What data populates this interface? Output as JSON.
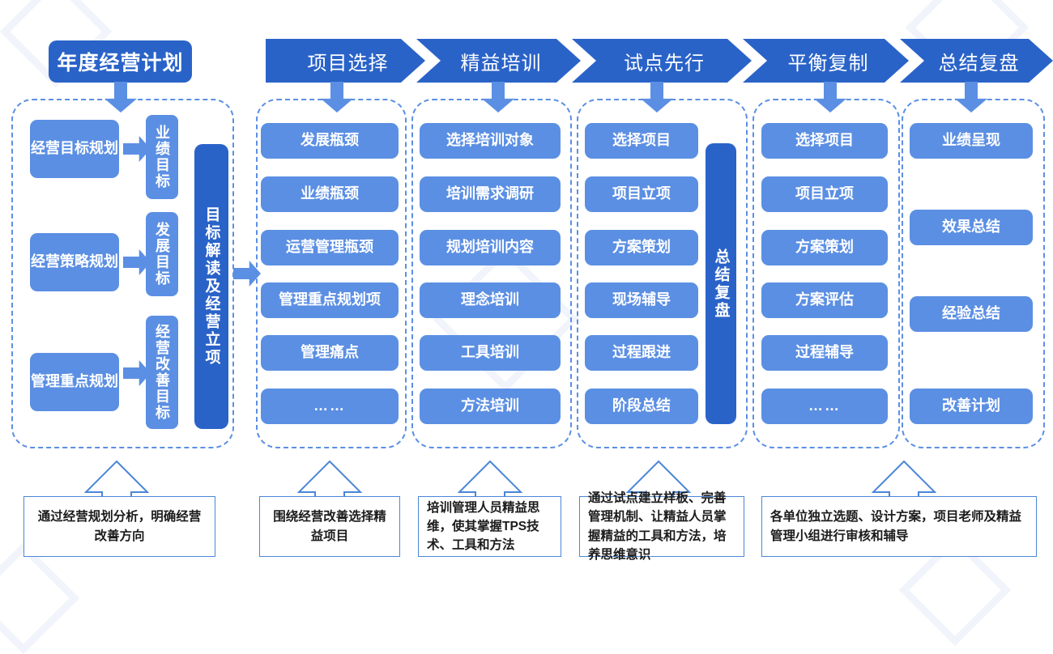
{
  "header": {
    "plan_title": "年度经营计划",
    "stages": [
      {
        "label": "项目选择"
      },
      {
        "label": "精益培训"
      },
      {
        "label": "试点先行"
      },
      {
        "label": "平衡复制"
      },
      {
        "label": "总结复盘"
      }
    ]
  },
  "column1": {
    "rows": [
      {
        "source": "经营目标规划",
        "target": "业绩目标"
      },
      {
        "source": "经营策略规划",
        "target": "发展目标"
      },
      {
        "source": "管理重点规划",
        "target": "经营改善目标"
      }
    ],
    "sidebar": "目标解读及经营立项"
  },
  "column2": {
    "items": [
      "发展瓶颈",
      "业绩瓶颈",
      "运营管理瓶颈",
      "管理重点规划项",
      "管理痛点",
      "……"
    ]
  },
  "column3": {
    "items": [
      "选择培训对象",
      "培训需求调研",
      "规划培训内容",
      "理念培训",
      "工具培训",
      "方法培训"
    ]
  },
  "column4": {
    "items": [
      "选择项目",
      "项目立项",
      "方案策划",
      "现场辅导",
      "过程跟进",
      "阶段总结"
    ],
    "sidebar": "总结复盘"
  },
  "column5": {
    "items": [
      "选择项目",
      "项目立项",
      "方案策划",
      "方案评估",
      "过程辅导",
      "……"
    ]
  },
  "column6": {
    "items": [
      "业绩呈现",
      "效果总结",
      "经验总结",
      "改善计划"
    ]
  },
  "captions": [
    {
      "text": "通过经营规划分析，明确经营改善方向",
      "align": "center"
    },
    {
      "text": "围绕经营改善选择精益项目",
      "align": "center"
    },
    {
      "text": "培训管理人员精益思维，使其掌握TPS技术、工具和方法",
      "align": "left"
    },
    {
      "text": "通过试点建立样板、完善管理机制、让精益人员掌握精益的工具和方法，培养思维意识",
      "align": "left"
    },
    {
      "text": "各单位独立选题、设计方案，项目老师及精益管理小组进行审核和辅导",
      "align": "left"
    }
  ],
  "colors": {
    "dark_blue": "#2a63c8",
    "light_blue": "#5b8fe3",
    "caption_border": "#4a86d8",
    "background": "#ffffff"
  }
}
